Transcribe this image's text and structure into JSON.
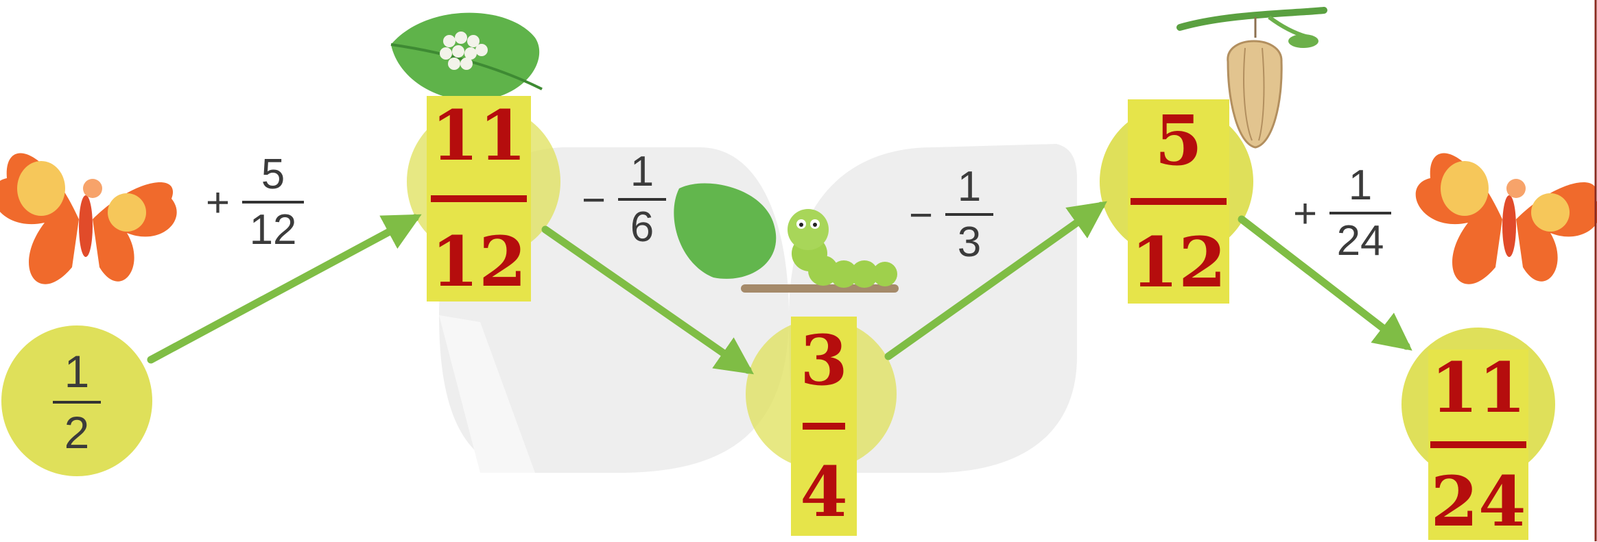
{
  "title": "",
  "colors": {
    "circle": "#dfe05a",
    "arrow": "#7fbd45",
    "answer_bg": "#e6e44a",
    "answer_text": "#b50d0d"
  },
  "start": {
    "num": "1",
    "den": "2"
  },
  "steps": [
    {
      "sign": "+",
      "num": "5",
      "den": "12"
    },
    {
      "sign": "−",
      "num": "1",
      "den": "6"
    },
    {
      "sign": "−",
      "num": "1",
      "den": "3"
    },
    {
      "sign": "+",
      "num": "1",
      "den": "24"
    }
  ],
  "answers": [
    {
      "num": "11",
      "den": "12"
    },
    {
      "num": "3",
      "den": "4"
    },
    {
      "num": "5",
      "den": "12"
    },
    {
      "num": "11",
      "den": "24"
    }
  ],
  "illustrations": [
    "butterfly",
    "leaf-with-eggs",
    "caterpillar-on-leaf",
    "chrysalis",
    "butterfly"
  ]
}
